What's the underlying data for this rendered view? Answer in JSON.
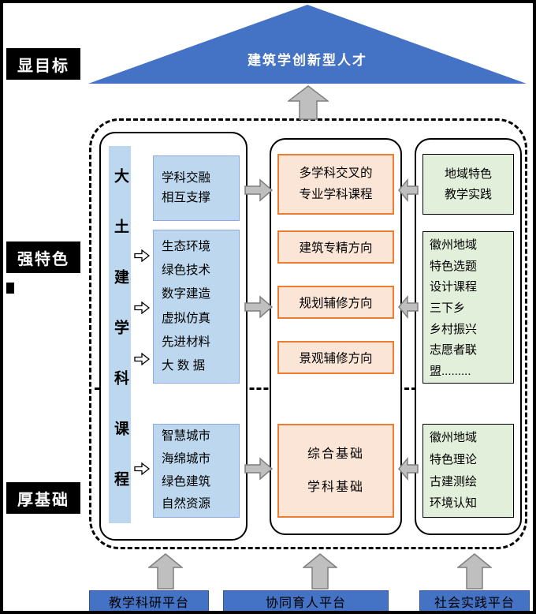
{
  "goal": {
    "label": "建筑学创新型人才"
  },
  "stages": {
    "top": "显目标",
    "middle": "强特色",
    "bottom": "厚基础"
  },
  "left_column": {
    "vertical_title": "大土建学科课程",
    "box1": "学科交融\n相互支撑",
    "box2": "生态环境\n绿色技术\n数字建造\n虚拟仿真\n先进材料\n大 数 据",
    "box3": "智慧城市\n海绵城市\n绿色建筑\n自然资源"
  },
  "middle_column": {
    "box1": "多学科交叉的\n专业学科课程",
    "box2": "建筑专精方向",
    "box3": "规划辅修方向",
    "box4": "景观辅修方向",
    "box5": "综合基础\n学科基础"
  },
  "right_column": {
    "box1": "地域特色\n教学实践",
    "box2": "徽州地域\n特色选题\n设计课程\n三下乡\n乡村振兴\n志愿者联\n盟.........",
    "box3": "徽州地域\n特色理论\n古建测绘\n环境认知"
  },
  "platforms": {
    "left": "教学科研平台",
    "middle": "协同育人平台",
    "right": "社会实践平台"
  },
  "colors": {
    "triangle_blue": "#4472C4",
    "light_blue_fill": "#BDD7EE",
    "orange_fill": "#FBE5D6",
    "orange_border": "#ED7D31",
    "green_fill": "#E2EFDA",
    "platform_blue": "#4472C4",
    "arrow_gray": "#BFBFBF",
    "label_black": "#000000"
  }
}
